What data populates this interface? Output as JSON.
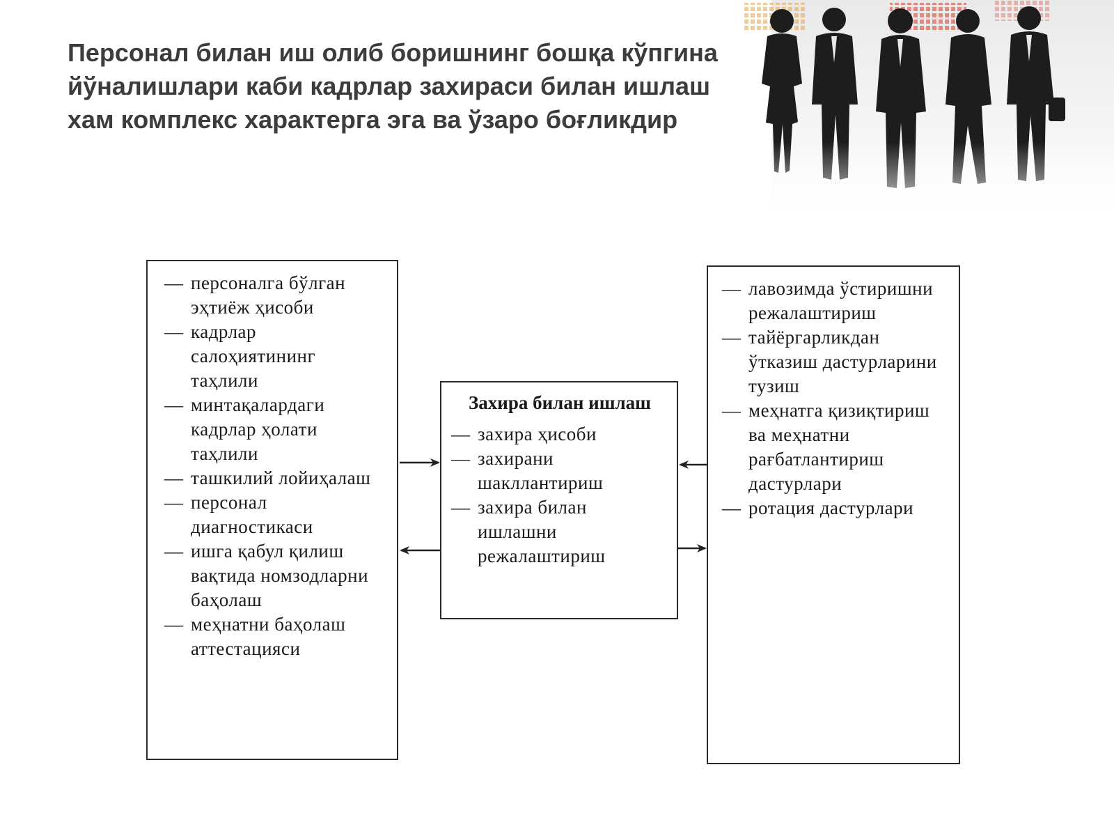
{
  "title": "Персонал билан иш олиб боришнинг бошқа кўпгина йўналишлари каби кадрлар захираси билан ишлаш хам комплекс характерга эга ва ўзаро боғликдир",
  "diagram": {
    "left_box": {
      "items": [
        "персоналга бўлган эҳтиёж ҳисоби",
        "кадрлар салоҳиятининг таҳлили",
        "минтақалардаги кадрлар ҳолати таҳлили",
        "ташкилий лойиҳалаш",
        "персонал диагностикаси",
        "ишга қабул қилиш вақтида номзодларни баҳолаш",
        "меҳнатни баҳолаш аттестацияси"
      ]
    },
    "center_box": {
      "title": "Захира билан ишлаш",
      "items": [
        "захира ҳисоби",
        "захирани шакллантириш",
        "захира билан ишлашни режалаштириш"
      ]
    },
    "right_box": {
      "items": [
        "лавозимда ўстиришни режалаштириш",
        "тайёргарликдан ўтказиш дастурларини тузиш",
        "меҳнатга қизиқтириш ва меҳнатни рағбатлантириш дастурлари",
        "ротация дастурлари"
      ]
    },
    "bullet_glyph": "—",
    "line_color": "#222222"
  },
  "illustration": {
    "icon": "business-people-silhouettes-icon",
    "accent_color": "#d64a3a"
  }
}
